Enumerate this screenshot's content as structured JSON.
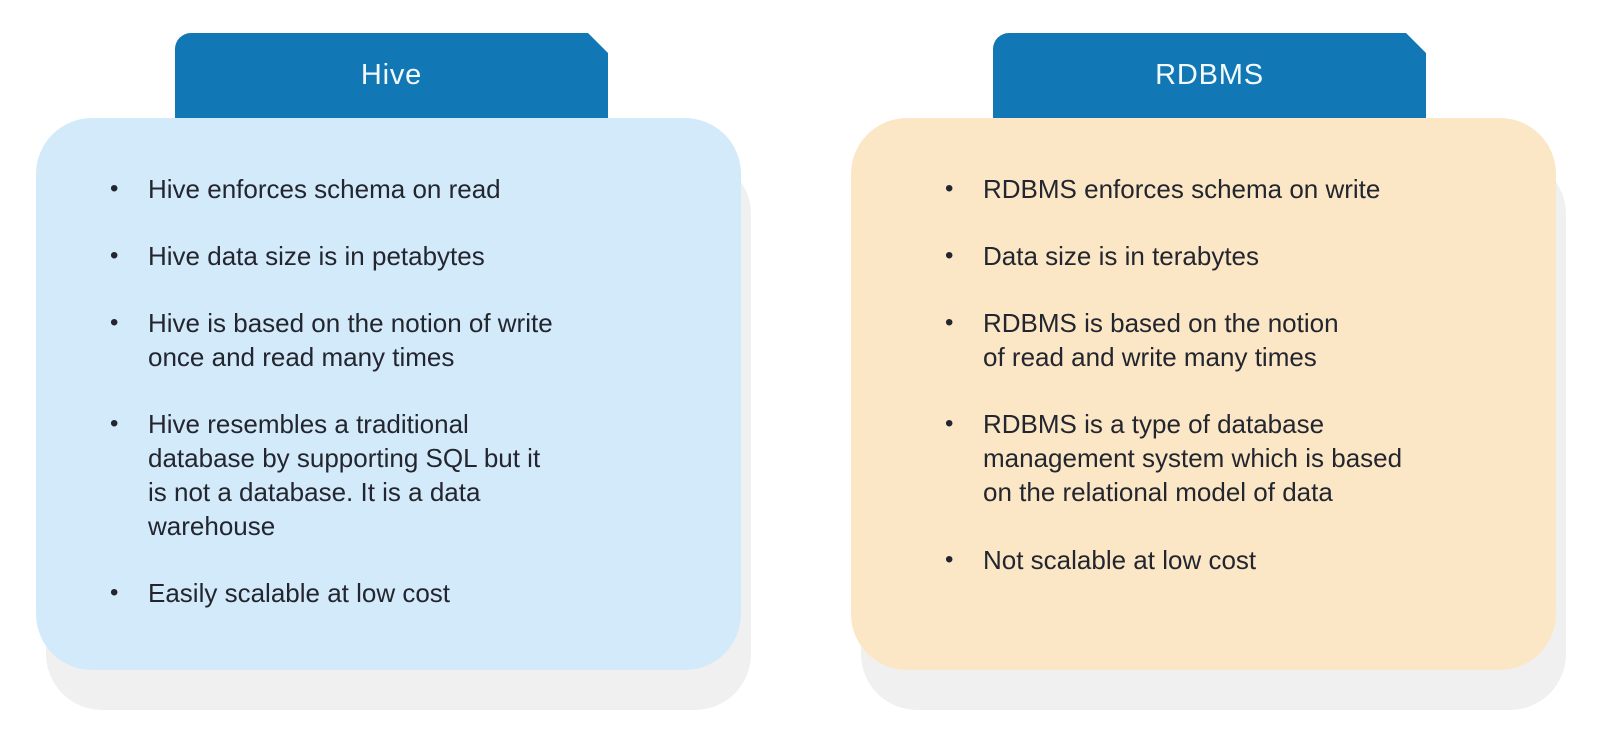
{
  "diagram": {
    "type": "comparison-infographic",
    "subject": "Hive vs RDBMS"
  },
  "colors": {
    "page_bg": "#ffffff",
    "header_bg": "#1278b5",
    "header_text": "#f3fafd",
    "hive_card_bg": "#d3eafb",
    "rdbms_card_bg": "#fbe7c6",
    "shadow_card": "#f0f0f1",
    "body_text": "#23262e"
  },
  "cards": [
    {
      "id": "hive",
      "title": "Hive",
      "items": [
        "Hive enforces schema on read",
        "Hive data size is in petabytes",
        "Hive is based on the notion of write\nonce and read many times",
        "Hive resembles a traditional\ndatabase by supporting SQL but it\nis not a database. It is a data\nwarehouse",
        "Easily scalable at low cost"
      ]
    },
    {
      "id": "rdbms",
      "title": "RDBMS",
      "items": [
        "RDBMS enforces schema on write",
        "Data size is in terabytes",
        "RDBMS is based on the notion\nof read and write many times",
        "RDBMS is a type of database\nmanagement system which is based\non the relational model of data",
        "Not scalable at low cost"
      ]
    }
  ],
  "bullet_glyph": "•"
}
